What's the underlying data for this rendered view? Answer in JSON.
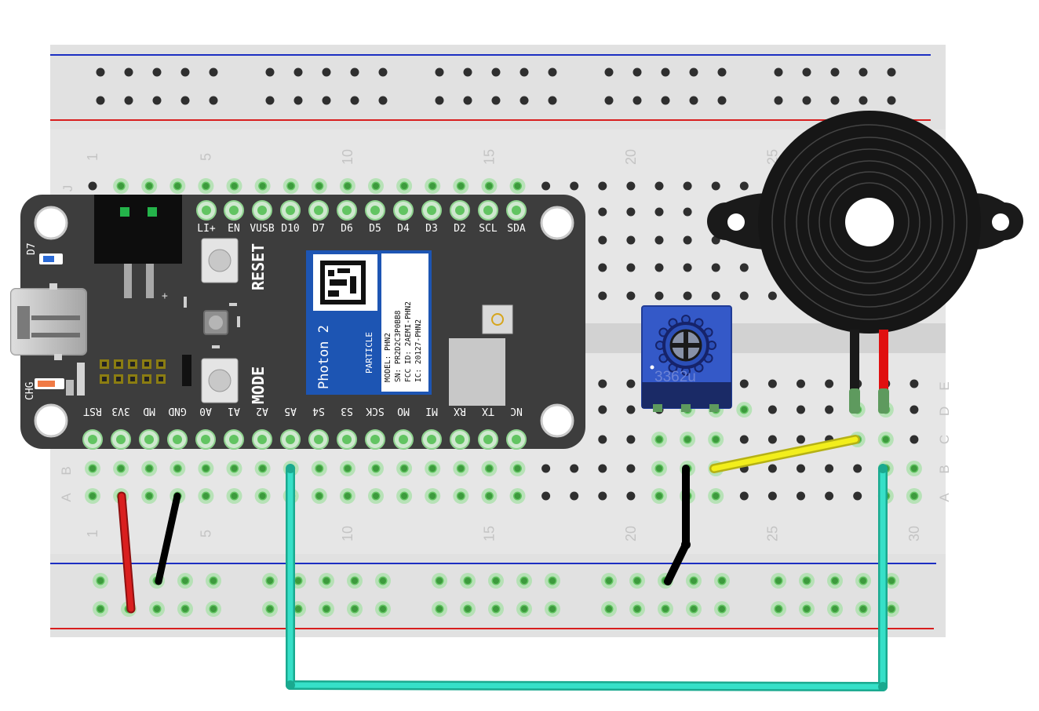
{
  "breadboard": {
    "column_numbers": [
      "1",
      "5",
      "10",
      "15",
      "20",
      "25",
      "30"
    ],
    "row_letters": [
      "J",
      "E",
      "D",
      "C",
      "B",
      "A"
    ],
    "row_letters_visible": {
      "left": [
        "A",
        "B"
      ],
      "right": [
        "E",
        "D",
        "C",
        "B",
        "A"
      ],
      "top_left": "J"
    }
  },
  "photon": {
    "top_pins": [
      "LI+",
      "EN",
      "VUSB",
      "D10",
      "D7",
      "D6",
      "D5",
      "D4",
      "D3",
      "D2",
      "SCL",
      "SDA"
    ],
    "bottom_pins": [
      "RST",
      "3V3",
      "MD",
      "GND",
      "A0",
      "A1",
      "A2",
      "A5",
      "S4",
      "S3",
      "SCK",
      "MO",
      "MI",
      "RX",
      "TX",
      "NC"
    ],
    "reset_label": "RESET",
    "mode_label": "MODE",
    "d7_label": "D7",
    "chg_label": "CHG",
    "plus_label": "+",
    "module": {
      "product": "Photon 2",
      "brand": "PARTICLE",
      "model": "MODEL: PHN2",
      "sn": "SN: PR2D2C3P0BB8",
      "fcc": "FCC ID: 2AEMI-PHN2",
      "ic": "IC: 20127-PHN2"
    }
  },
  "potentiometer": {
    "label": "3362u"
  },
  "colors": {
    "board": "#e6e6e6",
    "hole_green": "#62c462",
    "photon_body": "#3d3d3d",
    "module_blue": "#1d55b3",
    "pot_blue": "#3459c8",
    "wire_red": "#d91f1f",
    "wire_black": "#1a1a1a",
    "wire_cyan": "#36e0c8",
    "wire_yellow": "#f2ee1c",
    "rail_red": "#d81e1e",
    "rail_blue": "#1c2fc2"
  }
}
